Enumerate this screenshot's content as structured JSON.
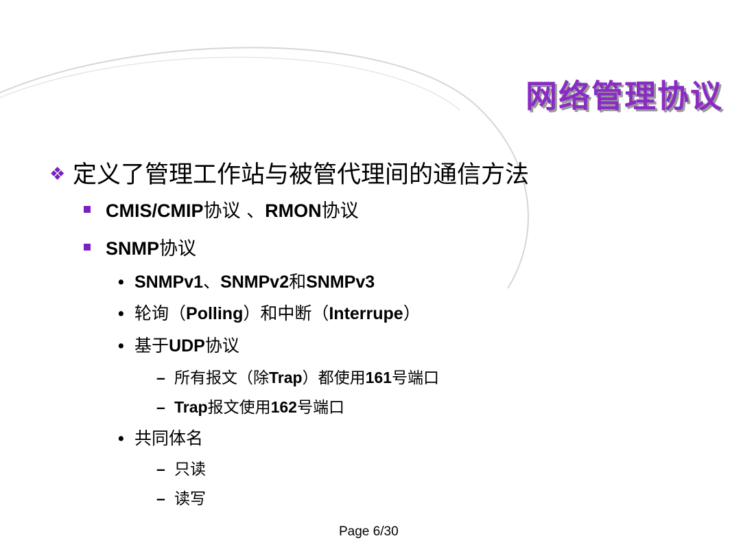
{
  "slide": {
    "title": "网络管理协议",
    "bullets": [
      {
        "marker": "❖",
        "text": "定义了管理工作站与被管代理间的通信方法"
      },
      {
        "text_a": "CMIS/CMIP",
        "text_b": "协议 、",
        "text_c": "RMON",
        "text_d": "协议"
      },
      {
        "text_a": "SNMP",
        "text_b": "协议"
      },
      {
        "marker": "•",
        "text_a": "SNMPv1",
        "text_b": "、",
        "text_c": "SNMPv2",
        "text_d": "和",
        "text_e": "SNMPv3"
      },
      {
        "marker": "•",
        "text_a": "轮询（",
        "text_b": "Polling",
        "text_c": "）和中断（",
        "text_d": "Interrupe",
        "text_e": "）"
      },
      {
        "marker": "•",
        "text_a": "基于",
        "text_b": "UDP",
        "text_c": "协议"
      },
      {
        "marker": "–",
        "text_a": "所有报文（除",
        "text_b": "Trap",
        "text_c": "）都使用",
        "text_d": "161",
        "text_e": "号端口"
      },
      {
        "marker": "–",
        "text_a": "Trap",
        "text_b": "报文使用",
        "text_c": "162",
        "text_d": "号端口"
      },
      {
        "marker": "•",
        "text": "共同体名"
      },
      {
        "marker": "–",
        "text": "只读"
      },
      {
        "marker": "–",
        "text": "读写"
      }
    ],
    "footer": "Page 6/30"
  }
}
